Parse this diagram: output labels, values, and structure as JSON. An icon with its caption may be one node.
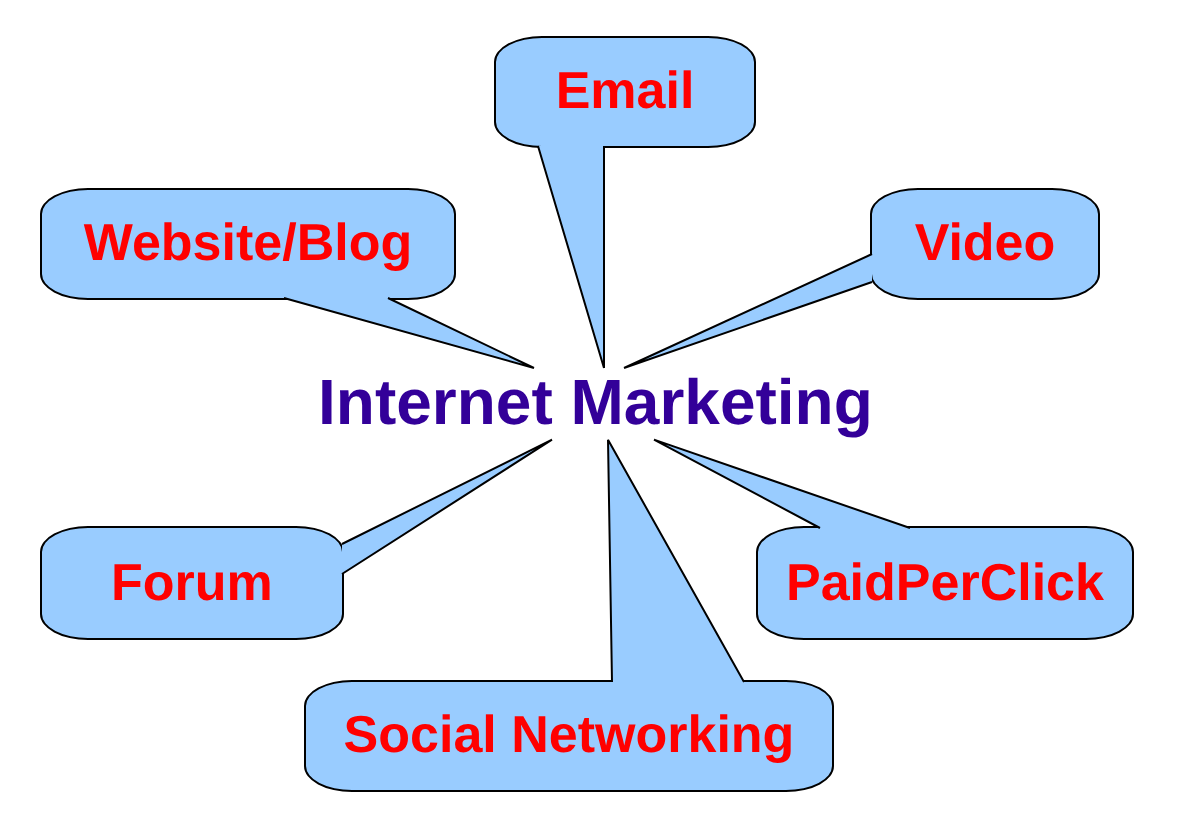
{
  "diagram": {
    "nodes": [
      {
        "text": [
          "Email"
        ]
      },
      {
        "text": [
          "Website/Blog"
        ]
      },
      {
        "text": [
          "Video"
        ]
      },
      {
        "text": [
          "Internet Marketing"
        ]
      },
      {
        "text": [
          "Forum"
        ]
      },
      {
        "text": [
          "PaidPerClick"
        ]
      },
      {
        "text": [
          "Social Networking"
        ]
      }
    ],
    "edges": [
      {
        "from": 0,
        "to": 3,
        "arrow": "none"
      },
      {
        "from": 1,
        "to": 3,
        "arrow": "none"
      },
      {
        "from": 2,
        "to": 3,
        "arrow": "none"
      },
      {
        "from": 4,
        "to": 3,
        "arrow": "none"
      },
      {
        "from": 5,
        "to": 3,
        "arrow": "none"
      },
      {
        "from": 6,
        "to": 3,
        "arrow": "none"
      }
    ]
  }
}
